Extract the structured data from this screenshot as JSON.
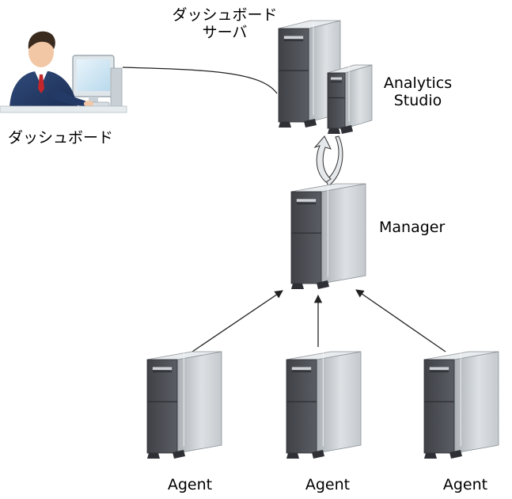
{
  "dashboard_server_label": [
    "ダッシュボード",
    "サーバ"
  ],
  "analytics_studio_label": [
    "Analytics",
    "Studio"
  ],
  "dashboard_label": "ダッシュボード",
  "manager_label": "Manager",
  "agent_labels": [
    "Agent",
    "Agent",
    "Agent"
  ],
  "colors": {
    "server_front": "#4d4f55",
    "server_side_light": "#dfe3e6",
    "server_side_dark": "#9ea4a9",
    "arrow": "#222222"
  }
}
